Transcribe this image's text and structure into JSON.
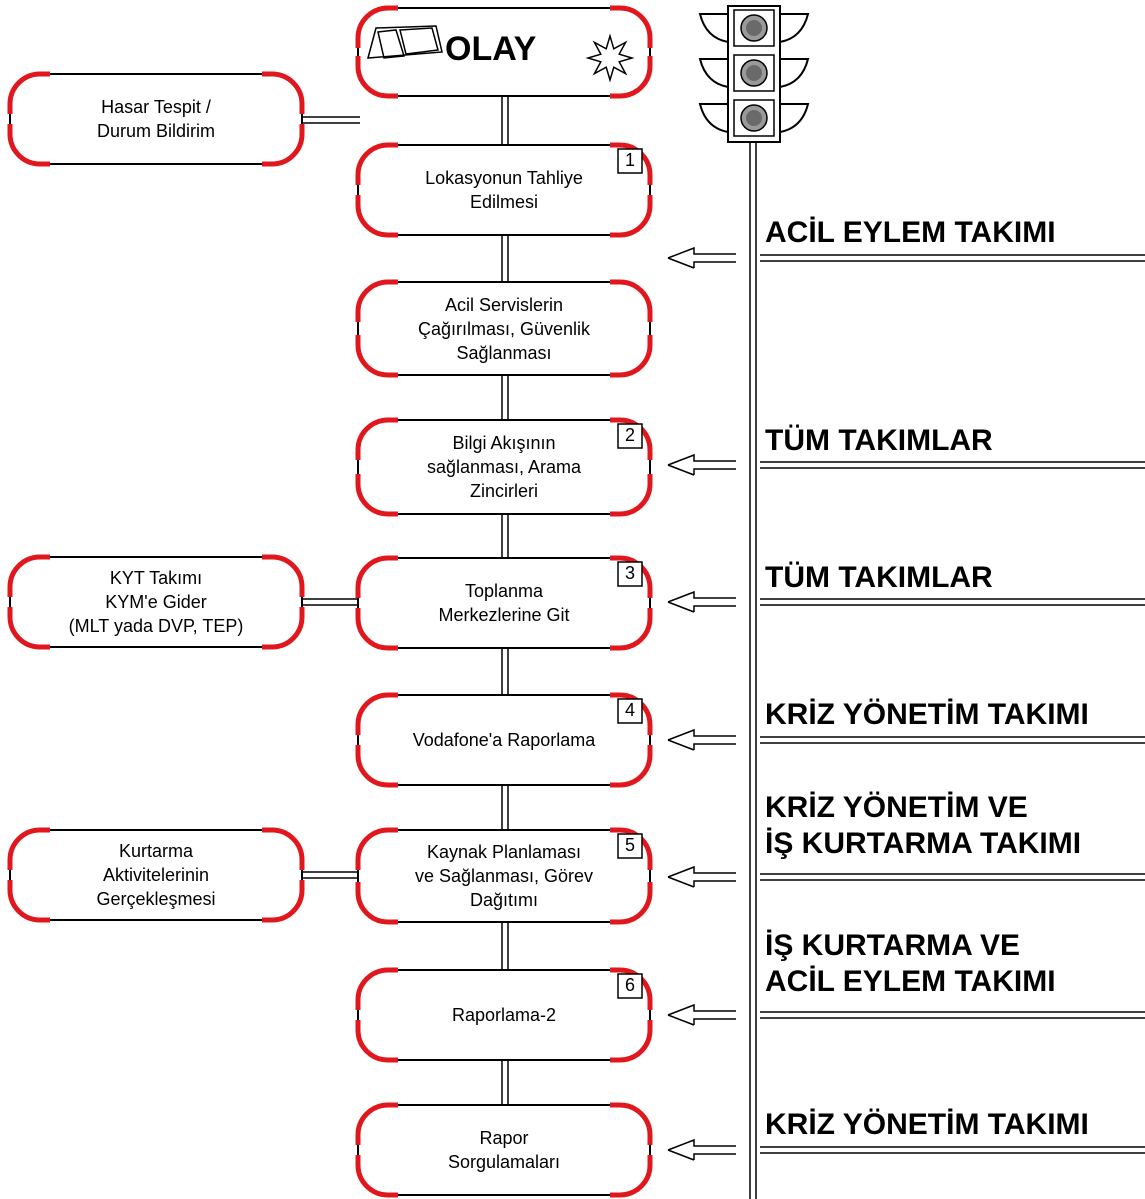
{
  "event": {
    "title": "OLAY"
  },
  "steps": [
    {
      "lines": [
        "Lokasyonun Tahliye",
        "Edilmesi"
      ],
      "number": "1"
    },
    {
      "lines": [
        "Acil Servislerin",
        "Çağırılması, Güvenlik",
        "Sağlanması"
      ],
      "number": ""
    },
    {
      "lines": [
        "Bilgi Akışının",
        "sağlanması, Arama",
        "Zincirleri"
      ],
      "number": "2"
    },
    {
      "lines": [
        "Toplanma",
        "Merkezlerine Git"
      ],
      "number": "3"
    },
    {
      "lines": [
        "Vodafone'a Raporlama"
      ],
      "number": "4"
    },
    {
      "lines": [
        "Kaynak Planlaması",
        "ve Sağlanması, Görev",
        "Dağıtımı"
      ],
      "number": "5"
    },
    {
      "lines": [
        "Raporlama-2"
      ],
      "number": "6"
    },
    {
      "lines": [
        "Rapor",
        "Sorgulamaları"
      ],
      "number": ""
    }
  ],
  "side_boxes": [
    {
      "lines": [
        "Hasar Tespit /",
        "Durum Bildirim"
      ]
    },
    {
      "lines": [
        "KYT Takımı",
        "KYM'e Gider",
        "(MLT yada DVP, TEP)"
      ]
    },
    {
      "lines": [
        "Kurtarma",
        "Aktivitelerinin",
        "Gerçekleşmesi"
      ]
    }
  ],
  "teams": [
    {
      "lines": [
        "ACİL EYLEM TAKIMI"
      ]
    },
    {
      "lines": [
        "TÜM TAKIMLAR"
      ]
    },
    {
      "lines": [
        "TÜM TAKIMLAR"
      ]
    },
    {
      "lines": [
        "KRİZ YÖNETİM TAKIMI"
      ]
    },
    {
      "lines": [
        "KRİZ YÖNETİM VE",
        "İŞ KURTARMA TAKIMI"
      ]
    },
    {
      "lines": [
        "İŞ KURTARMA VE",
        "ACİL EYLEM TAKIMI"
      ]
    },
    {
      "lines": [
        "KRİZ YÖNETİM TAKIMI"
      ]
    }
  ],
  "colors": {
    "border": "#000000",
    "corner_accent": "#e0181e",
    "background": "#ffffff"
  },
  "icons": {
    "event_left": "document-icon",
    "event_right": "explosion-icon",
    "traffic_light": "traffic-light-icon"
  }
}
